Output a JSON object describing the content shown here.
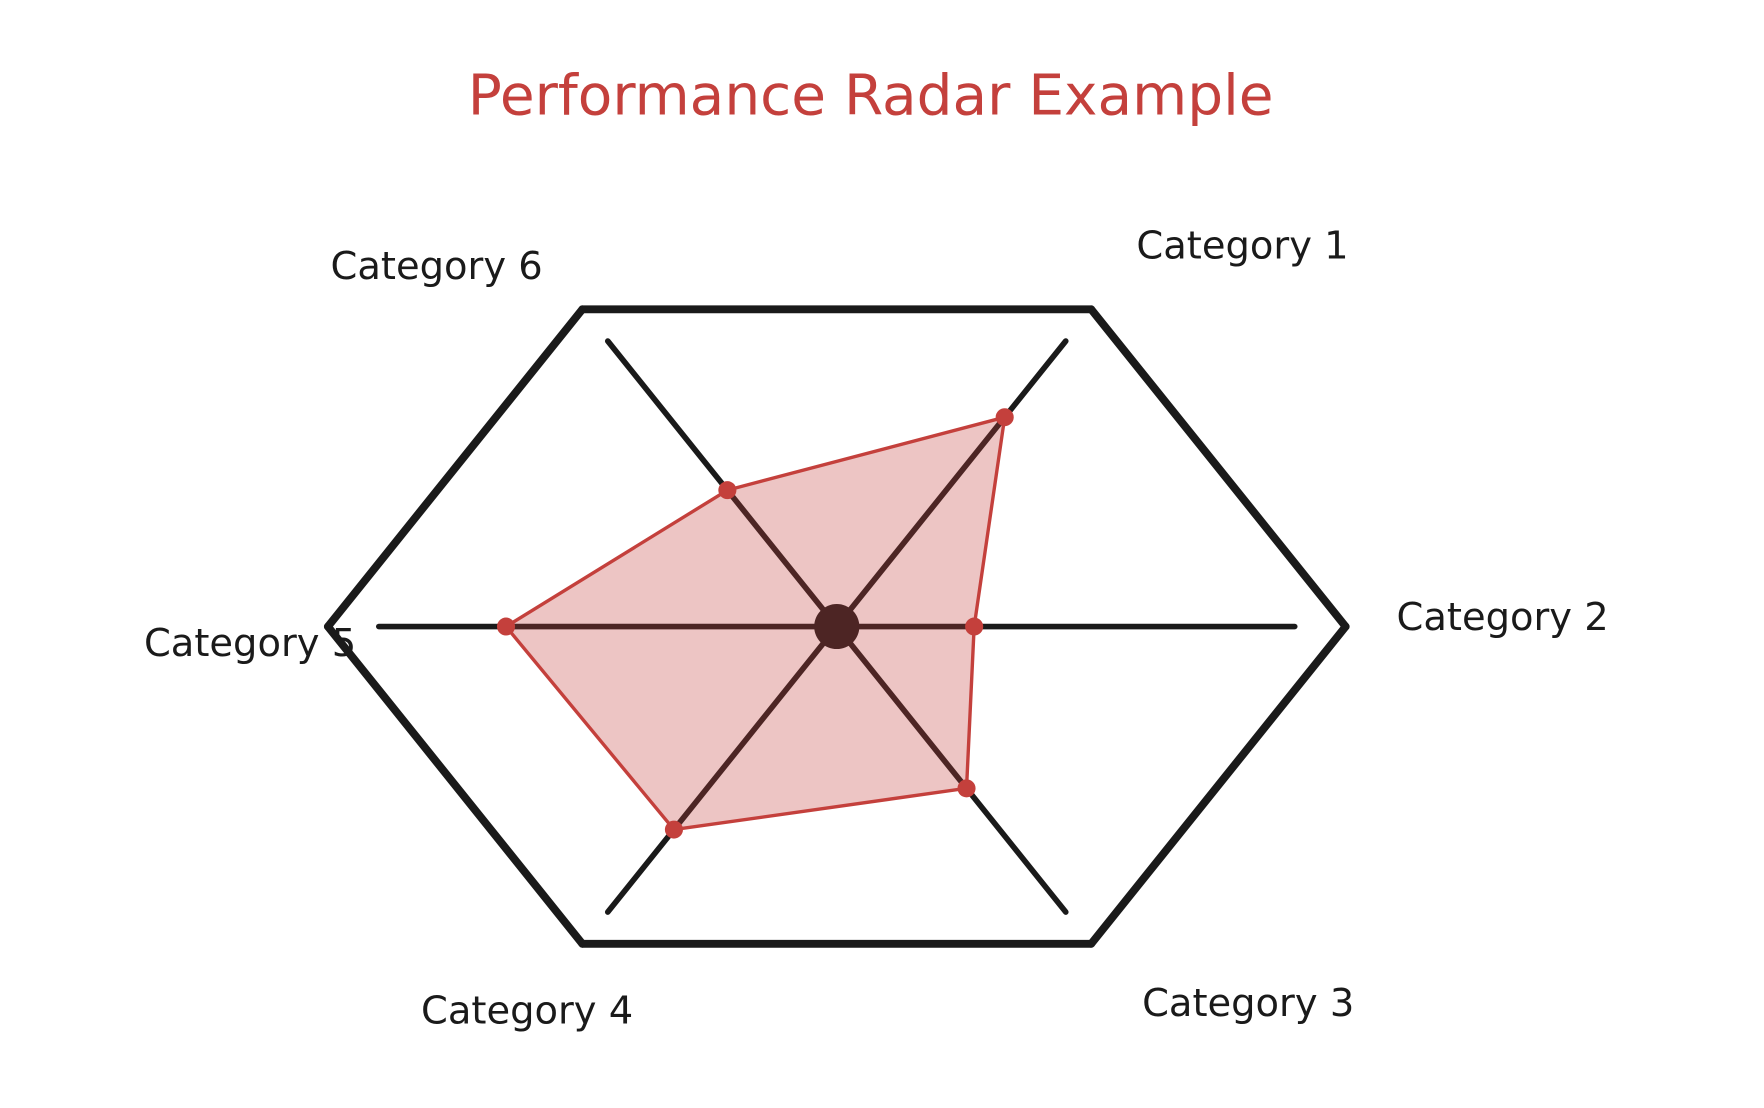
{
  "chart_data": {
    "type": "radar",
    "title": "Performance Radar Example",
    "categories": [
      "Category 1",
      "Category 2",
      "Category 3",
      "Category 4",
      "Category 5",
      "Category 6"
    ],
    "series": [
      {
        "values": [
          0.66,
          0.27,
          0.51,
          0.64,
          0.65,
          0.43
        ]
      }
    ],
    "range": [
      0,
      1
    ],
    "grid": false,
    "colors": {
      "series": "#c4403c",
      "title": "#c4403c",
      "axis": "#1a1a1a"
    }
  }
}
